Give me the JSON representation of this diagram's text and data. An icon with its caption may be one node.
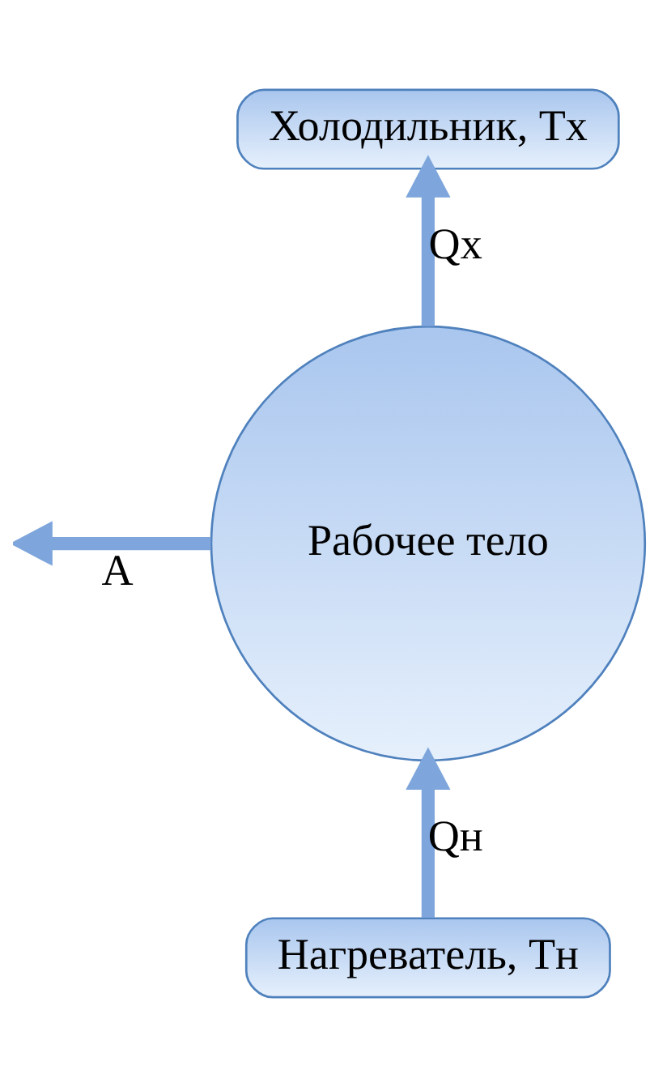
{
  "diagram": {
    "nodes": [
      {
        "text": [
          "Холодильник, Tх"
        ]
      },
      {
        "text": [
          "Рабочее тело"
        ]
      },
      {
        "text": [
          "Нагреватель, Tн"
        ]
      }
    ],
    "edges": [
      {
        "from": 2,
        "to": 1,
        "arrow": "to",
        "label": "Qн"
      },
      {
        "from": 1,
        "to": 0,
        "arrow": "to",
        "label": "Qх"
      },
      {
        "from": 1,
        "to": null,
        "arrow": "to",
        "label": "A"
      }
    ]
  }
}
